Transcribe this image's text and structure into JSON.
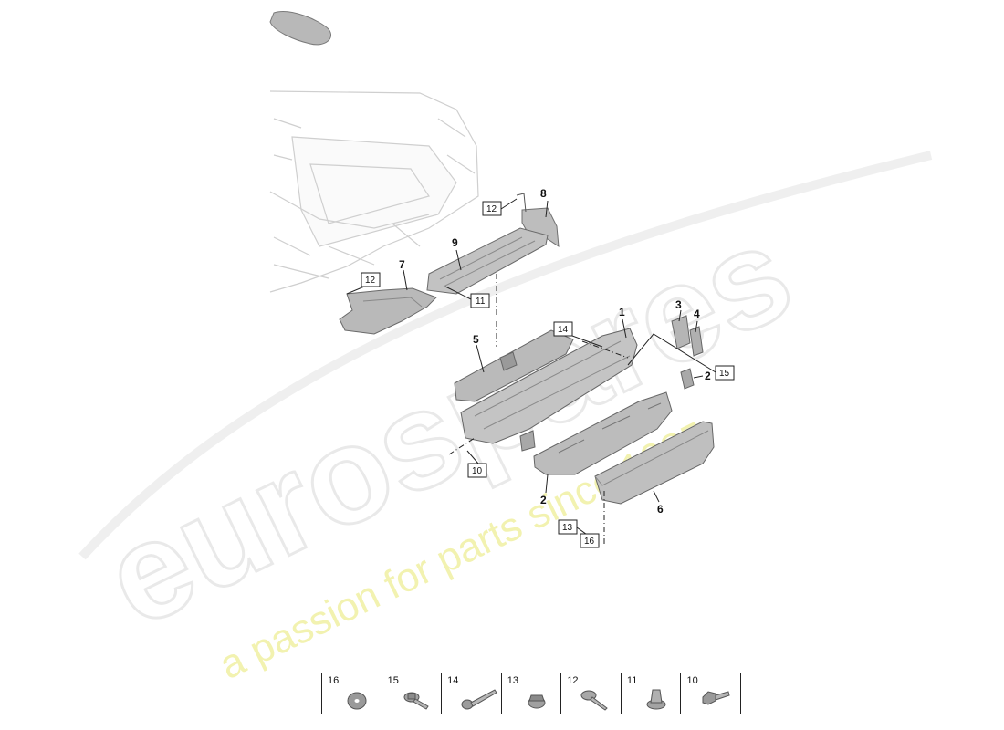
{
  "watermark": {
    "brand": "eurospares",
    "tagline": "a passion for parts since 1985"
  },
  "parts": {
    "p1": "1",
    "p2a": "2",
    "p2b": "2",
    "p3": "3",
    "p4": "4",
    "p5": "5",
    "p6": "6",
    "p7": "7",
    "p8": "8",
    "p9": "9"
  },
  "boxed": {
    "b12a": "12",
    "b12b": "12",
    "b11": "11",
    "b14": "14",
    "b15": "15",
    "b10": "10",
    "b13": "13",
    "b16": "16"
  },
  "legend": [
    {
      "num": "16",
      "icon": "washer-icon"
    },
    {
      "num": "15",
      "icon": "flange-bolt-icon"
    },
    {
      "num": "14",
      "icon": "long-bolt-icon"
    },
    {
      "num": "13",
      "icon": "flange-nut-icon"
    },
    {
      "num": "12",
      "icon": "screw-icon"
    },
    {
      "num": "11",
      "icon": "clip-icon"
    },
    {
      "num": "10",
      "icon": "hex-bolt-icon"
    }
  ],
  "colors": {
    "part_fill": "#bdbdbd",
    "part_dark": "#8a8a8a",
    "line": "#222222",
    "watermark_grey": "#e9e9e9",
    "watermark_yellow": "#f2f2b0"
  }
}
